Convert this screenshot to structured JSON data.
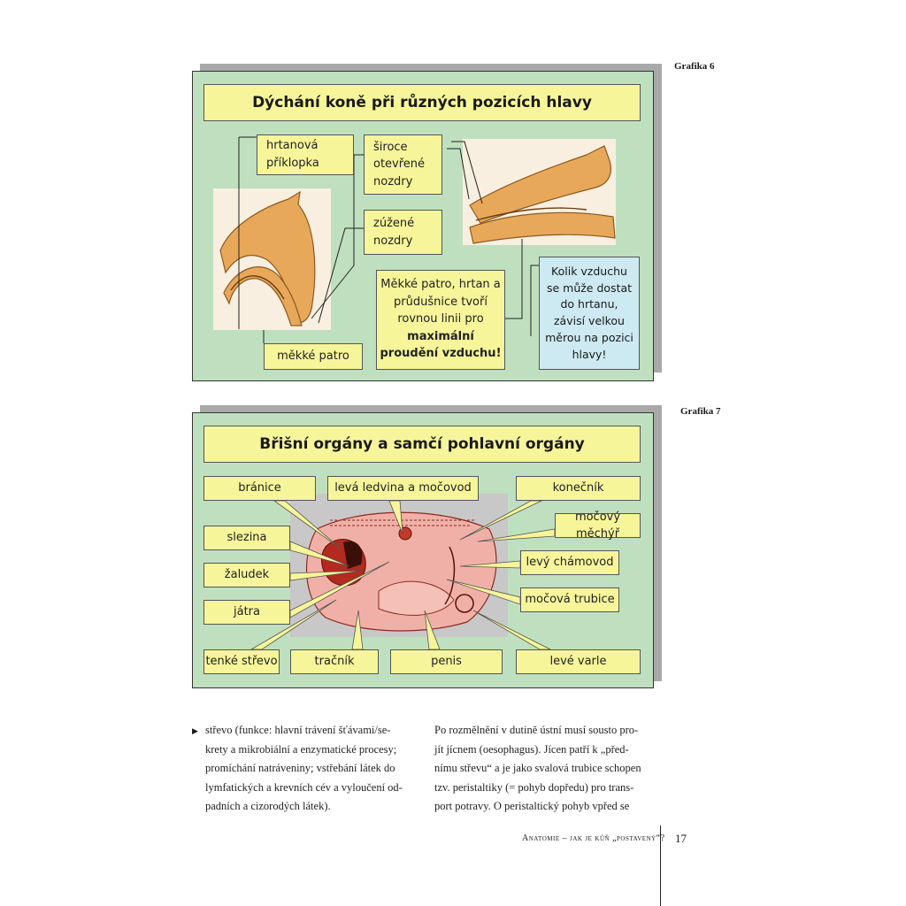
{
  "figure6": {
    "label": "Grafika 6",
    "title": "Dýchání koně při různých pozicích hlavy",
    "labels": {
      "hrtanova_priklopka": "hrtanová příklopka",
      "siroce_otevrene_nozdry": "široce otevřené nozdry",
      "zuzene_nozdry": "zúžené nozdry",
      "mekke_patro": "měkké patro"
    },
    "note_main": "Měkké patro, hrtan a průdušnice tvoří rovnou linii pro",
    "note_bold": "maximální proudění vzduchu!",
    "info": "Kolik vzduchu se může dostat do hrtanu, závisí velkou měrou na pozici hlavy!"
  },
  "figure7": {
    "label": "Grafika 7",
    "title": "Břišní orgány a samčí pohlavní orgány",
    "labels": {
      "branice": "bránice",
      "leva_ledvina": "levá ledvina a močovod",
      "konecnik": "konečník",
      "mocovy_mechyr": "močový měchýř",
      "slezina": "slezina",
      "levy_chamovod": "levý chámovod",
      "zaludek": "žaludek",
      "mocova_trubice": "močová trubice",
      "jatra": "játra",
      "tenke_strevo": "tenké střevo",
      "tracnik": "tračník",
      "penis": "penis",
      "leve_varle": "levé varle"
    }
  },
  "text_left": [
    "střevo (funkce: hlavní trávení šťávami/se-",
    "krety a mikrobiální a enzymatické procesy;",
    "promíchání natráveniny; vstřebání látek do",
    "lymfatických a krevních cév a vyloučení od-",
    "padních a cizorodých látek)."
  ],
  "text_right": [
    "Po rozmělnění v dutině ústní musí sousto pro-",
    "jít jícnem (oesophagus). Jícen patří k „před-",
    "nímu střevu“ a je jako svalová trubice schopen",
    "tzv. peristaltiky (= pohyb dopředu) pro trans-",
    "port potravy. O peristaltický pohyb vpřed se"
  ],
  "footer": {
    "running_head": "Anatomie – jak je kůň „postavený“?",
    "page_number": "17"
  }
}
